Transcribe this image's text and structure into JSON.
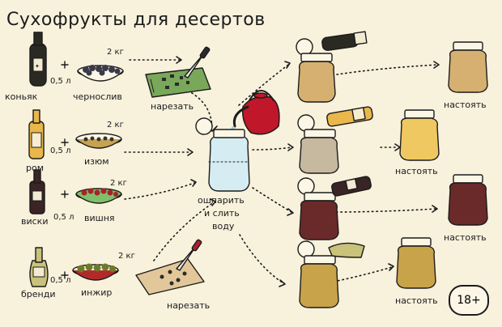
{
  "title": "Сухофрукты для десертов",
  "rows": [
    {
      "drink": "коньяк",
      "volume": "0,5 л",
      "fruit": "чернослив",
      "weight": "2 кг"
    },
    {
      "drink": "ром",
      "volume": "0,5 л",
      "fruit": "изюм",
      "weight": "2 кг"
    },
    {
      "drink": "виски",
      "volume": "0,5 л",
      "fruit": "вишня",
      "weight": "2 кг"
    },
    {
      "drink": "бренди",
      "volume": "0,5 л",
      "fruit": "инжир",
      "weight": "2 кг"
    }
  ],
  "steps": {
    "cut_top": "нарезать",
    "cut_bottom": "нарезать",
    "scald_line1": "ошпарить",
    "scald_line2": "и слить",
    "scald_line3": "воду",
    "infuse": [
      "настоять",
      "настоять",
      "настоять",
      "настоять"
    ]
  },
  "age_badge": "18+",
  "colors": {
    "background": "#f8f1dc",
    "ink": "#1b1b1b",
    "cutting_board": "#7aa85a",
    "kettle": "#c0172b",
    "raisin_jar": "#f0c862",
    "cherry": "#a8222c",
    "fig": "#6e7a2a"
  },
  "icons": [
    "cognac-bottle-icon",
    "rum-bottle-icon",
    "whisky-bottle-icon",
    "brandy-bottle-icon",
    "bowl-icon",
    "cutting-board-icon",
    "knife-icon",
    "kettle-icon",
    "jar-icon",
    "pouring-bottle-icon"
  ]
}
